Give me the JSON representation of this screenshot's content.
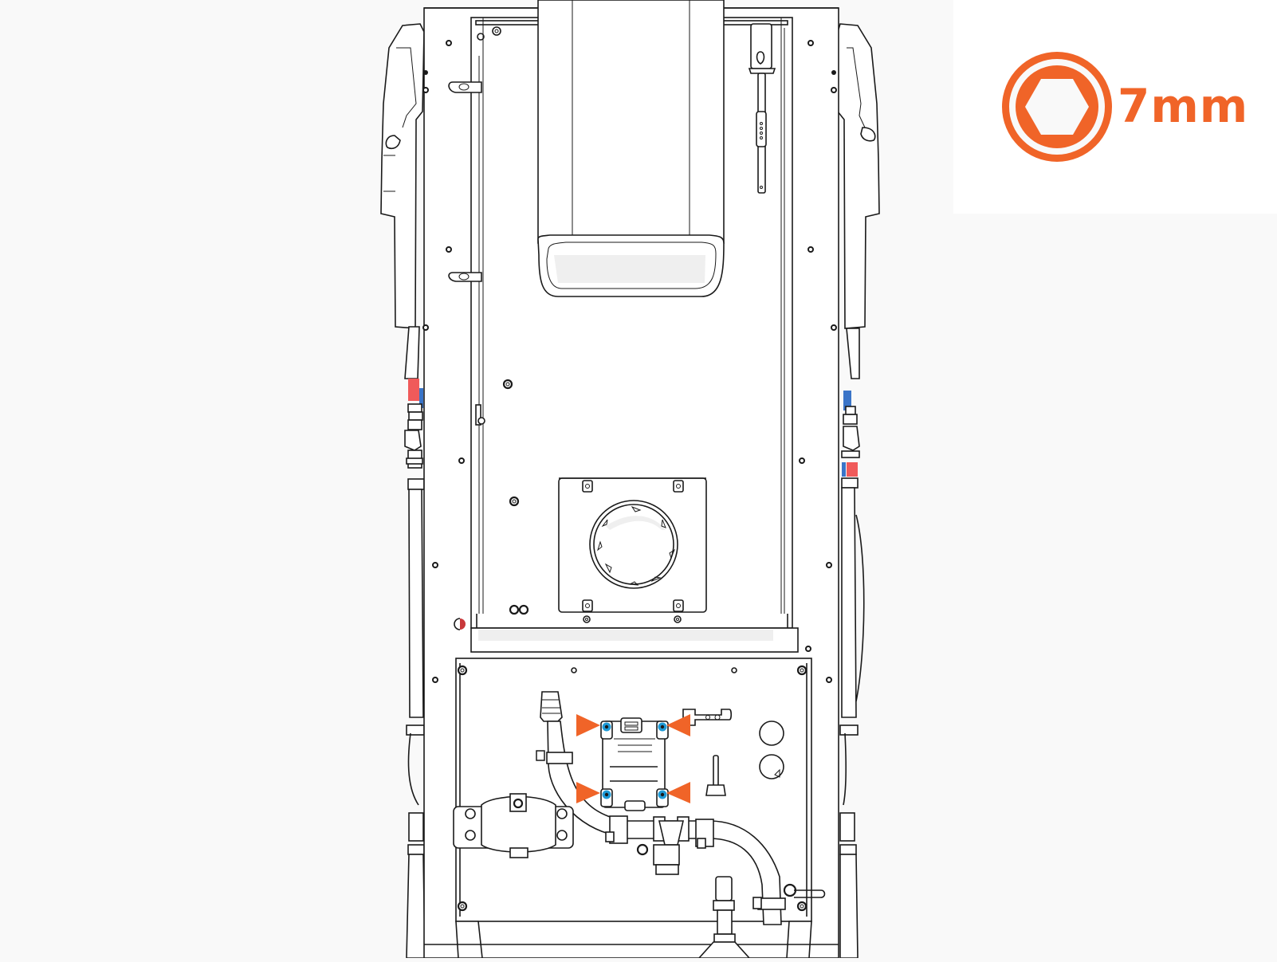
{
  "diagram": {
    "subject": "Machine rear view with lower access panel",
    "callout_color": "#f06428",
    "highlight_screw_color": "#1e9ad6",
    "hose_colors": {
      "hot": "#f05a5a",
      "cold": "#3a74c8"
    },
    "background": "#f9f9f9"
  },
  "tool": {
    "icon": "hex-socket-icon",
    "size_label": "7mm",
    "color": "#f06428"
  },
  "callouts": [
    {
      "id": "top-left",
      "target": "module-screw-top-left",
      "direction": "right"
    },
    {
      "id": "top-right",
      "target": "module-screw-top-right",
      "direction": "left"
    },
    {
      "id": "bottom-left",
      "target": "module-screw-bottom-left",
      "direction": "right"
    },
    {
      "id": "bottom-right",
      "target": "module-screw-bottom-right",
      "direction": "left"
    }
  ]
}
